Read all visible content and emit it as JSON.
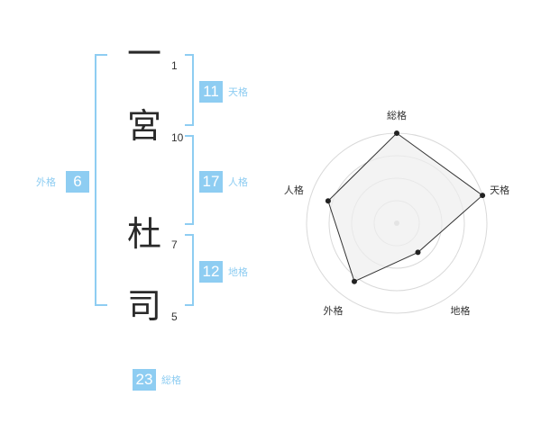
{
  "name": {
    "chars": [
      {
        "char": "一",
        "strokes": "1"
      },
      {
        "char": "宮",
        "strokes": "10"
      },
      {
        "char": "杜",
        "strokes": "7"
      },
      {
        "char": "司",
        "strokes": "5"
      }
    ]
  },
  "fortunes": {
    "tenkaku": {
      "value": "11",
      "label": "天格"
    },
    "jinkaku": {
      "value": "17",
      "label": "人格"
    },
    "chikaku": {
      "value": "12",
      "label": "地格"
    },
    "gaikaku": {
      "value": "6",
      "label": "外格"
    },
    "soukaku": {
      "value": "23",
      "label": "総格"
    }
  },
  "chart_data": {
    "type": "radar",
    "axes": [
      "総格",
      "天格",
      "地格",
      "外格",
      "人格"
    ],
    "values": [
      5,
      5,
      2,
      4,
      4
    ],
    "max": 5,
    "rings": 4,
    "colors": {
      "fill": "#eeeeee",
      "line": "#333333",
      "ring": "#d9d9d9",
      "point": "#222222",
      "center": "#cccccc"
    }
  },
  "colors": {
    "accent": "#8ecdf2"
  }
}
